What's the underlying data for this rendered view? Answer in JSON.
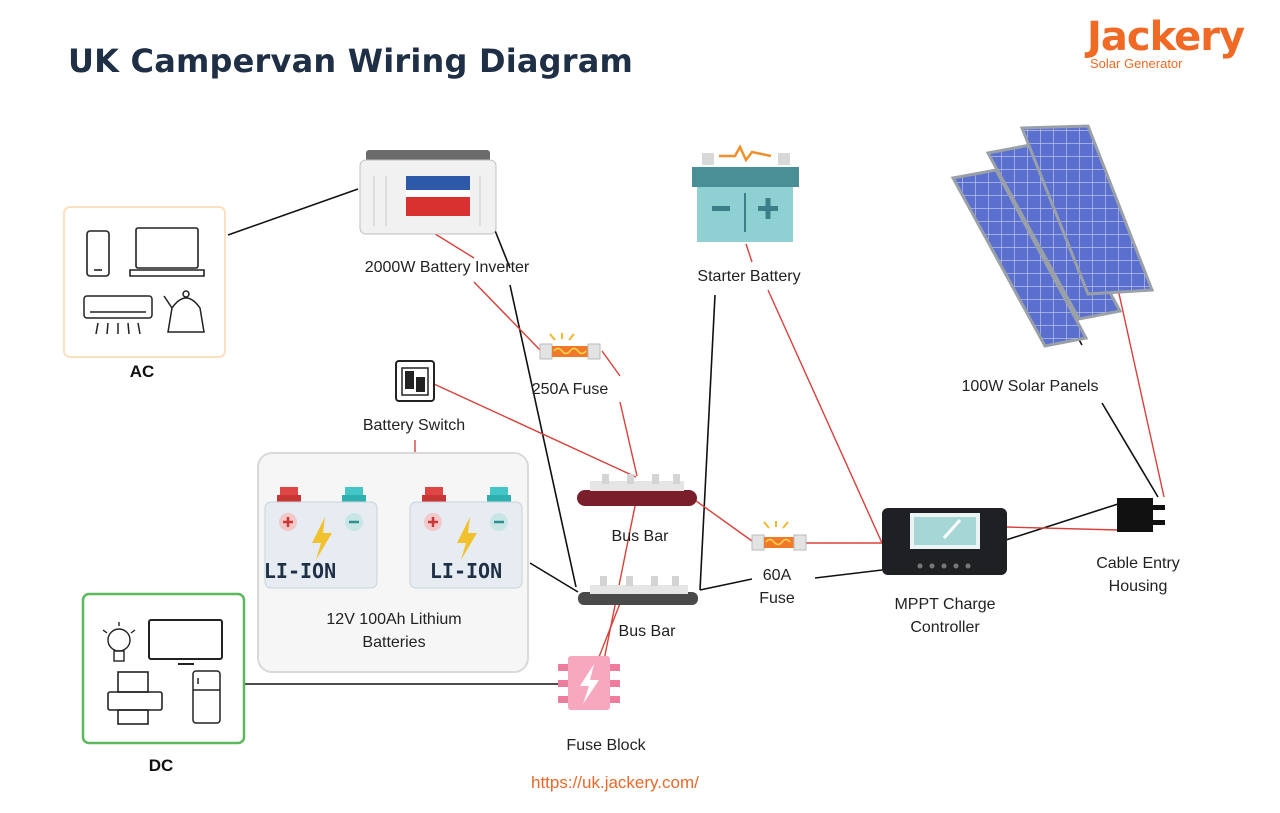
{
  "title": "UK Campervan Wiring Diagram",
  "logo": {
    "brand": "Jackery",
    "tagline": "Solar Generator"
  },
  "groups": {
    "ac": "AC",
    "dc": "DC"
  },
  "components": {
    "inverter": "2000W Battery Inverter",
    "fuse250": "250A Fuse",
    "battery_switch": "Battery Switch",
    "starter_battery": "Starter Battery",
    "solar_panels": "100W Solar Panels",
    "lithium_batteries": [
      "12V 100Ah Lithium",
      "Batteries"
    ],
    "battery_badge": "LI-ION",
    "bus_bar_top": "Bus Bar",
    "bus_bar_bottom": "Bus Bar",
    "fuse60": [
      "60A",
      "Fuse"
    ],
    "mppt": [
      "MPPT Charge",
      "Controller"
    ],
    "cable_entry": [
      "Cable Entry",
      "Housing"
    ],
    "fuse_block": "Fuse Block"
  },
  "url": "https://uk.jackery.com/",
  "colors": {
    "brand": "#f06a25",
    "positive_wire": "#d9403a",
    "negative_wire": "#111111",
    "ac_border": "#fbe1c0",
    "dc_border": "#5cb85c",
    "bus_bar": "#7a1e2c"
  },
  "icons": [
    "phone-icon",
    "laptop-icon",
    "air-conditioner-icon",
    "kettle-icon",
    "lightbulb-icon",
    "tv-icon",
    "printer-icon",
    "fridge-icon",
    "solar-panel-icon",
    "plug-icon",
    "lightning-icon"
  ]
}
